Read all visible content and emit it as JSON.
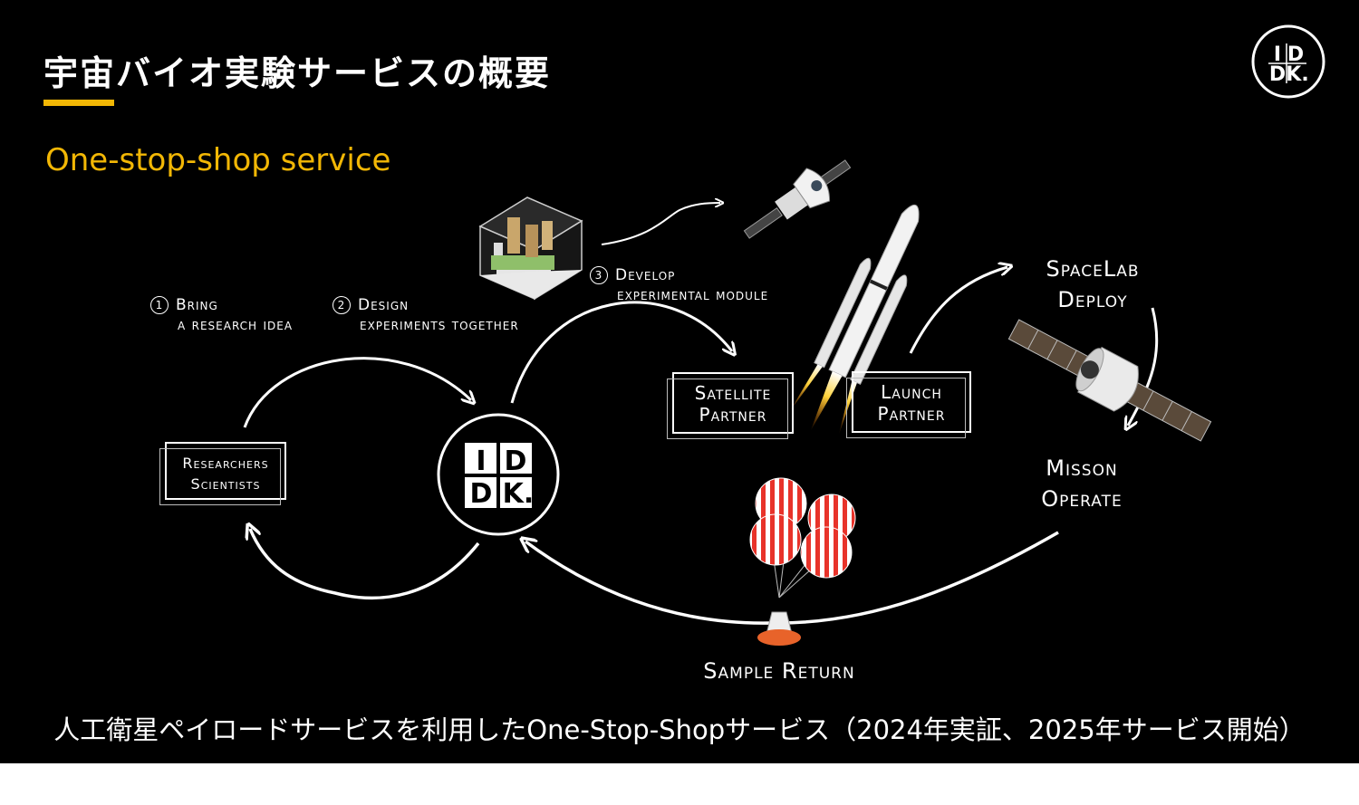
{
  "title": "宇宙バイオ実験サービスの概要",
  "subtitle": "One-stop-shop service",
  "logo": {
    "l1": "I",
    "l2": "D",
    "l3": "D",
    "l4": "K."
  },
  "center_logo": {
    "l1": "I",
    "l2": "D",
    "l3": "D",
    "l4": "K."
  },
  "steps": [
    {
      "num": "1",
      "line1": "Bring",
      "line2": "a research idea"
    },
    {
      "num": "2",
      "line1": "Design",
      "line2": "experiments together"
    },
    {
      "num": "3",
      "line1": "Develop",
      "line2": "experimental module"
    }
  ],
  "nodes": {
    "researchers": {
      "line1": "Researchers",
      "line2": "Scientists"
    },
    "satellite_partner": {
      "line1": "Satellite",
      "line2": "Partner"
    },
    "launch_partner": {
      "line1": "Launch",
      "line2": "Partner"
    },
    "spacelab_deploy": {
      "line1": "SpaceLab",
      "line2": "Deploy"
    },
    "mission_operate": {
      "line1": "Misson",
      "line2": "Operate"
    },
    "sample_return": "Sample Return"
  },
  "caption": "人工衛星ペイロードサービスを利用したOne-Stop-Shopサービス（2024年実証、2025年サービス開始）",
  "colors": {
    "accent": "#f2b705",
    "background": "#000000",
    "foreground": "#ffffff"
  }
}
